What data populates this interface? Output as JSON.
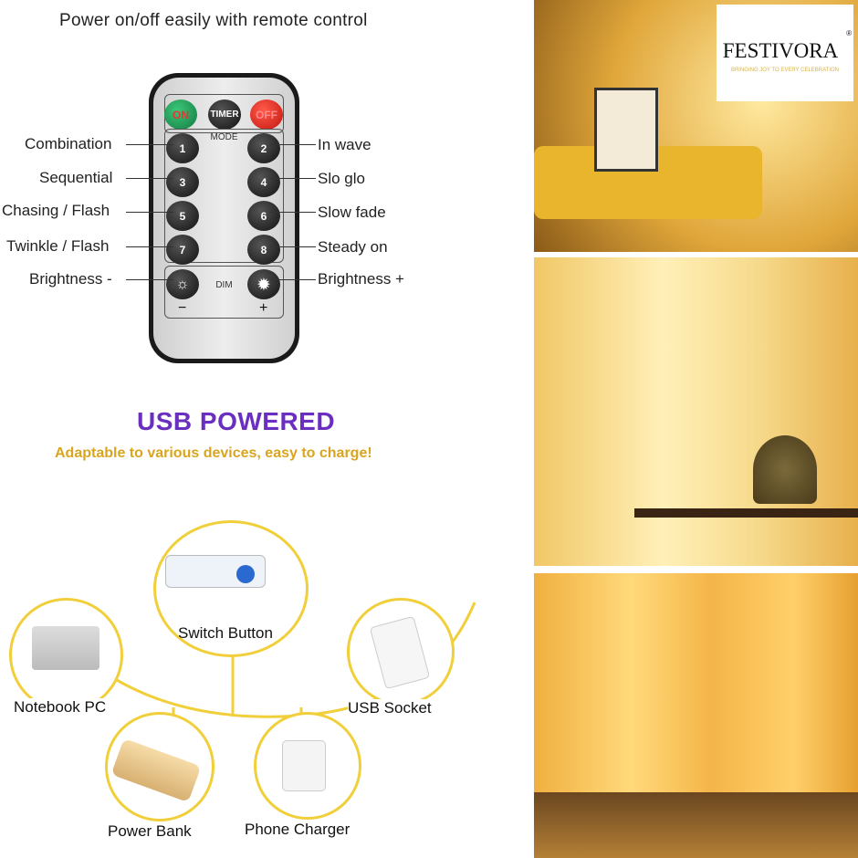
{
  "header": {
    "title": "Power on/off easily with remote control"
  },
  "remote": {
    "top_buttons": [
      {
        "label": "ON",
        "color": "#1f9a55"
      },
      {
        "label": "TIMER",
        "color": "#1a1a1a"
      },
      {
        "label": "OFF",
        "color": "#e0302a"
      }
    ],
    "mode_label": "MODE",
    "dim_label": "DIM",
    "minus": "−",
    "plus": "+",
    "buttons": [
      "1",
      "2",
      "3",
      "4",
      "5",
      "6",
      "7",
      "8"
    ],
    "left_labels": [
      "Combination",
      "Sequential",
      "Chasing / Flash",
      "Twinkle / Flash",
      "Brightness -"
    ],
    "right_labels": [
      "In wave",
      "Slo glo",
      "Slow fade",
      "Steady on",
      "Brightness +"
    ]
  },
  "usb": {
    "title": "USB POWERED",
    "subtitle": "Adaptable to various devices, easy to charge!",
    "devices": [
      "Switch Button",
      "Notebook PC",
      "USB Socket",
      "Power Bank",
      "Phone Charger"
    ]
  },
  "logo": {
    "name": "FESTIVORA",
    "registered": "®",
    "tagline": "BRINGING JOY TO EVERY CELEBRATION"
  },
  "colors": {
    "accent_purple": "#6a2fc0",
    "accent_gold": "#d9a520",
    "circle_yellow": "#f1cf3a"
  }
}
